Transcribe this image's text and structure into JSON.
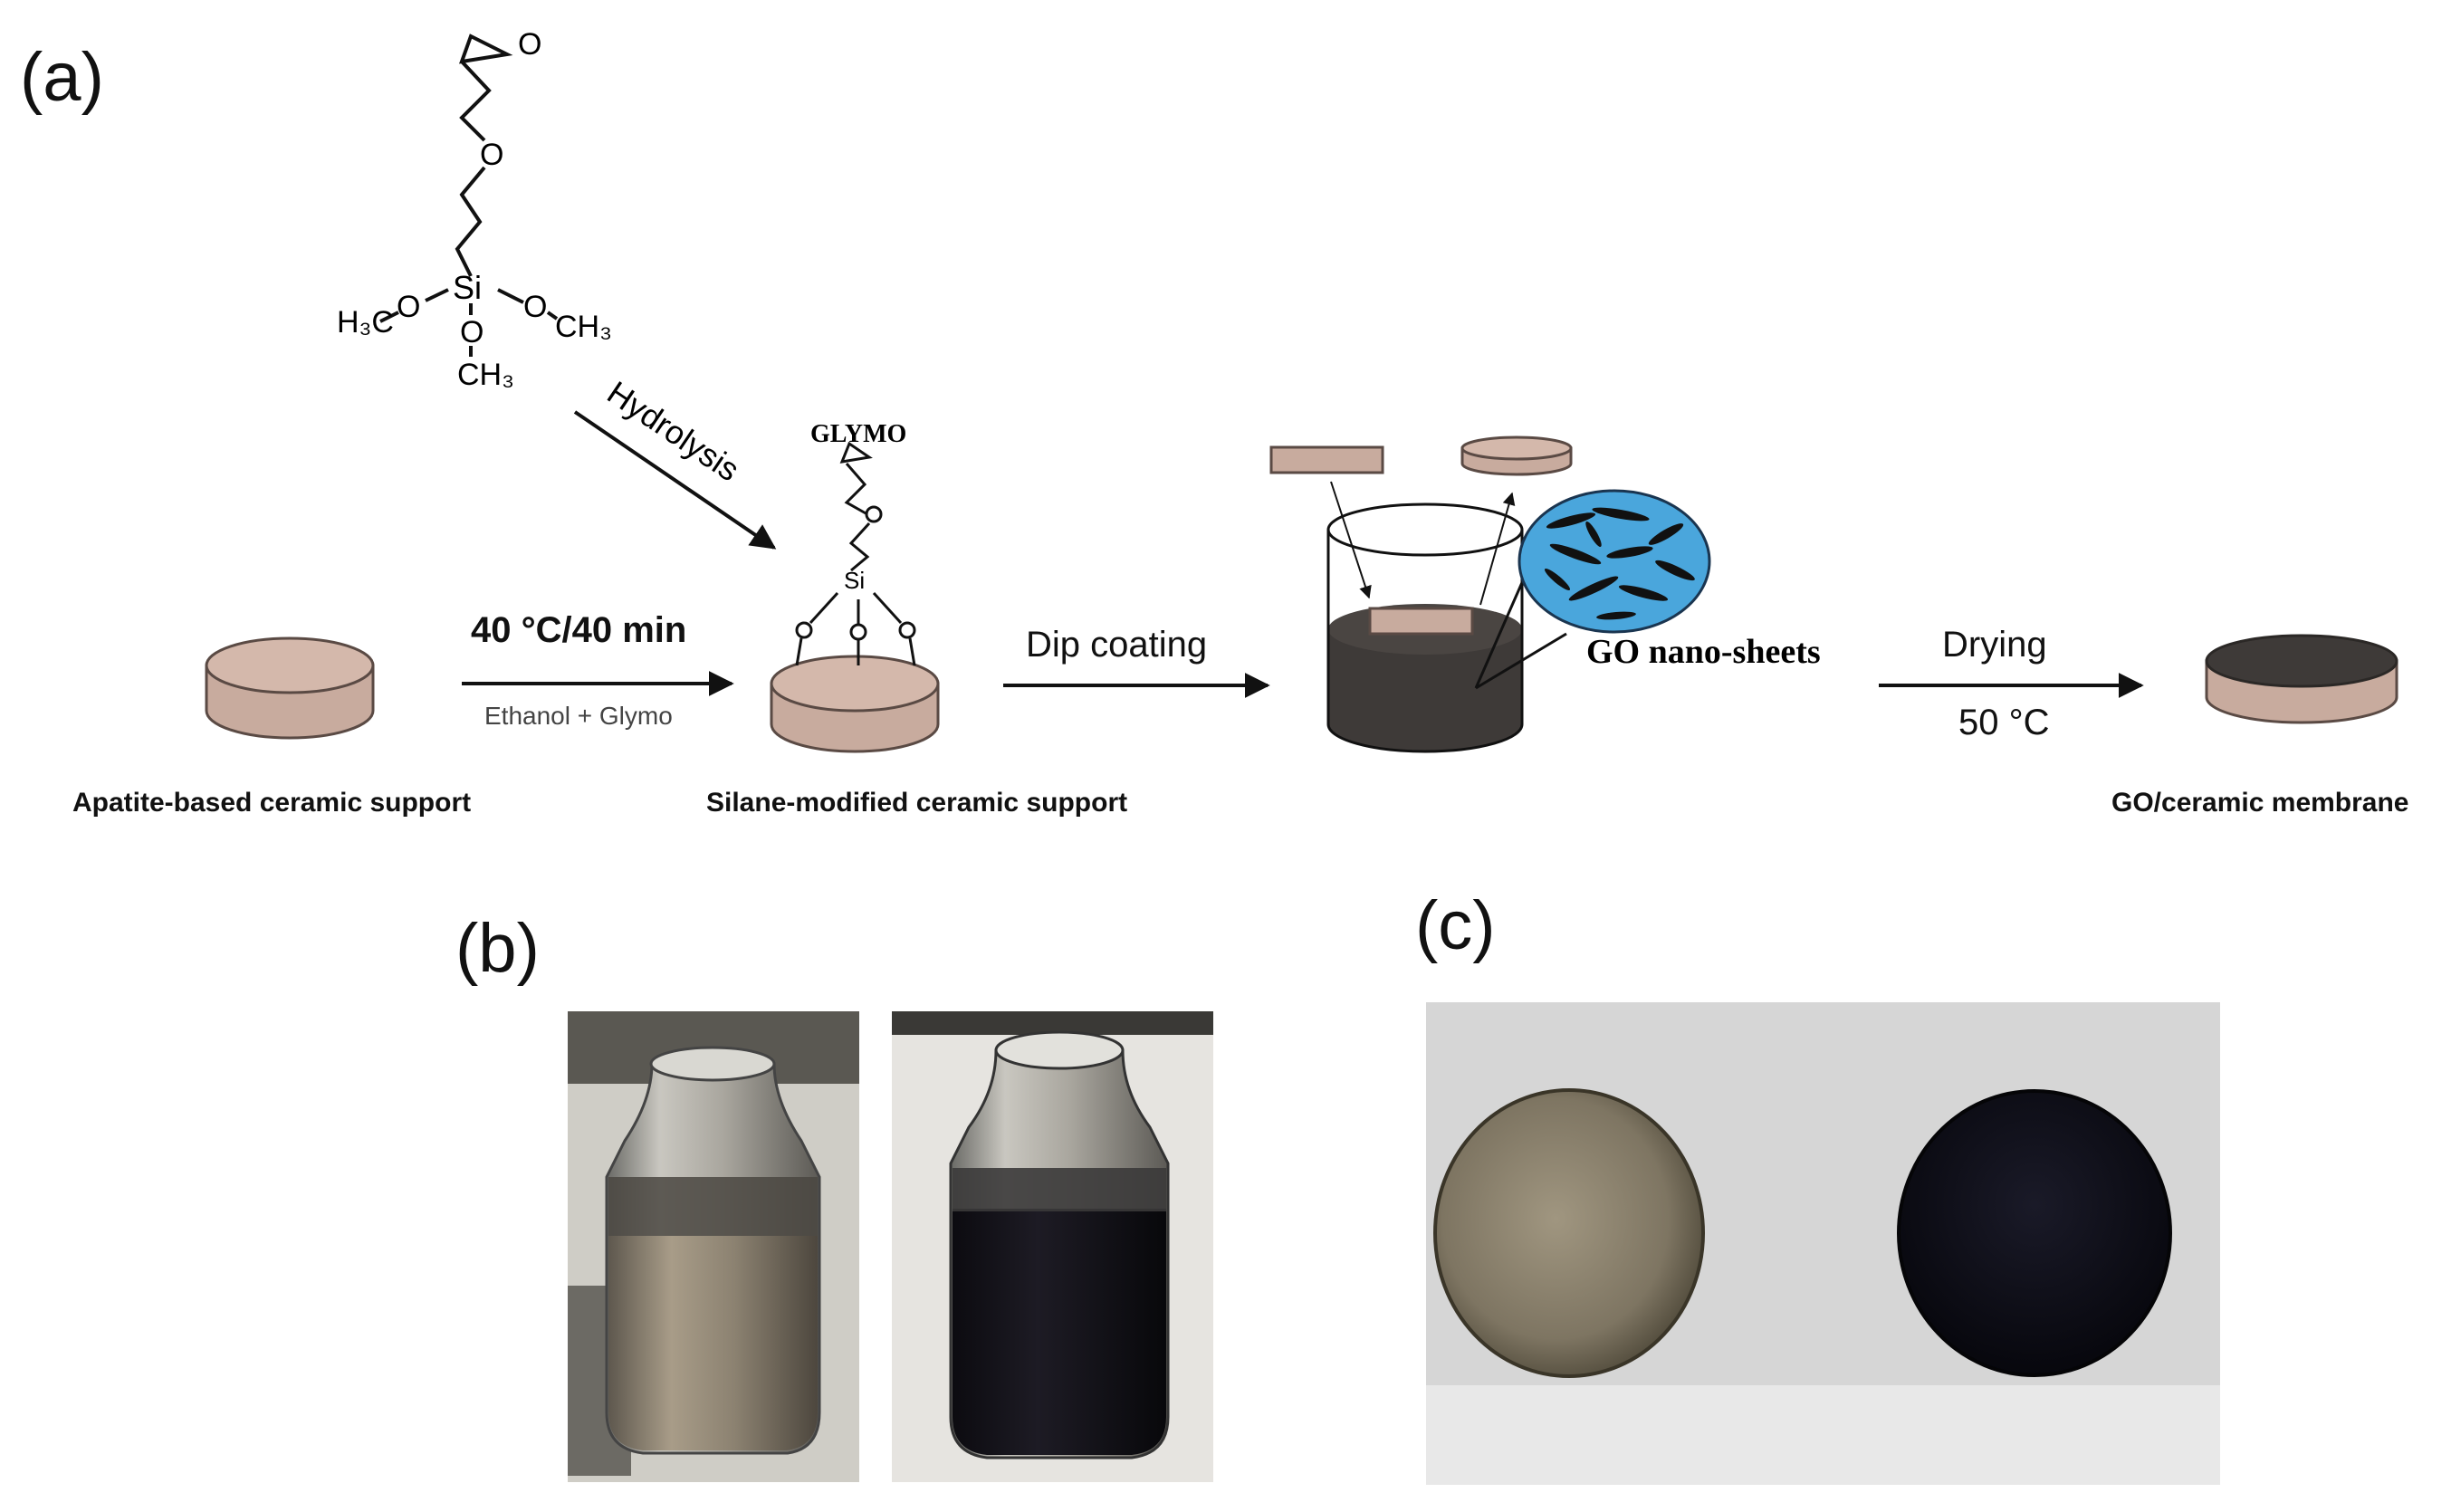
{
  "panels": {
    "a": "(a)",
    "b": "(b)",
    "c": "(c)"
  },
  "molecule": {
    "si": "Si",
    "o_top": "O",
    "o_chain": "O",
    "o_left": "O",
    "o_right": "O",
    "o_bottom": "O",
    "methyl_left": "H₃C",
    "methyl_right": "CH₃",
    "methyl_bottom": "CH₃"
  },
  "glymo_label": "GLYMO",
  "glymo_si": "Si",
  "hydrolysis": "Hydrolysis",
  "step1": {
    "top": "40 °C/40 min",
    "bottom": "Ethanol + Glymo"
  },
  "step2": {
    "top": "Dip coating"
  },
  "step3": {
    "top": "Drying",
    "bottom": "50 °C"
  },
  "go_label": "GO nano-sheets",
  "captions": {
    "support": "Apatite-based ceramic support",
    "silane": "Silane-modified ceramic support",
    "membrane": "GO/ceramic membrane"
  },
  "colors": {
    "ceramic": "#c8ab9e",
    "ceramic_edge": "#5a4a44",
    "go_dark": "#3e3a38",
    "go_circle": "#4aa6dc",
    "photo_bg": "#d6d6d6"
  }
}
